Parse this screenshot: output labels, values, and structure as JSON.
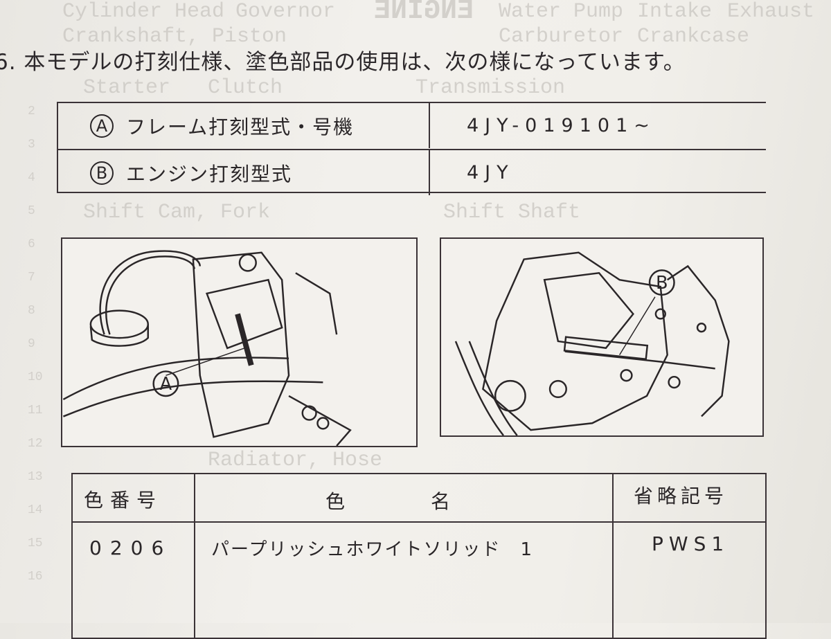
{
  "heading": "6.  本モデルの打刻仕様、塗色部品の使用は、次の様になっています。",
  "stamp_table": {
    "rows": [
      {
        "marker": "A",
        "label": "フレーム打刻型式・号機",
        "value": "4JY-019101~"
      },
      {
        "marker": "B",
        "label": "エンジン打刻型式",
        "value": "4JY"
      }
    ]
  },
  "figures": [
    {
      "marker": "A"
    },
    {
      "marker": "B"
    }
  ],
  "color_table": {
    "headers": [
      "色番号",
      "色　　　名",
      "省略記号"
    ],
    "rows": [
      {
        "code": "0206",
        "name": "パープリッシュホワイトソリッド　1",
        "abbr": "PWS1"
      }
    ]
  },
  "bleed_through": {
    "title": "ENGINE",
    "items": [
      "Cylinder Head",
      "Governor",
      "Crankshaft, Piston",
      "Water Pump",
      "Radiator, Hose",
      "Intake",
      "Carburetor",
      "Exhaust",
      "Crankcase",
      "Starter",
      "Clutch",
      "Transmission",
      "Shift Cam, Fork",
      "Shift Shaft"
    ],
    "numbers": [
      "2",
      "3",
      "4",
      "5",
      "6",
      "7",
      "8",
      "9",
      "10",
      "11",
      "12",
      "13",
      "14",
      "15",
      "16"
    ]
  }
}
